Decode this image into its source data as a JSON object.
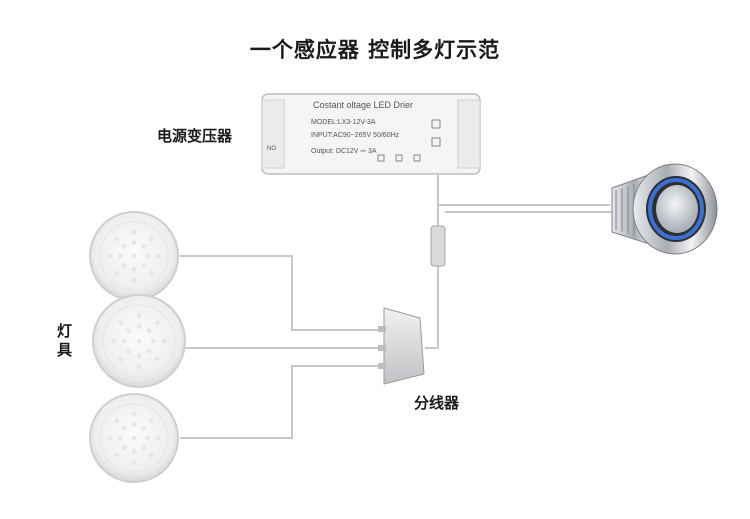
{
  "title": "一个感应器 控制多灯示范",
  "labels": {
    "transformer": "电源变压器",
    "lamps": "灯具",
    "splitter": "分线器"
  },
  "driver": {
    "line1": "Costant oltage LED Drier",
    "line2": "MODEL:LX3-12V-3A",
    "line3": "INPUT:AC90~265V 50/60Hz",
    "line4": "Output: DC12V ⎓ 3A",
    "side_label": "NO"
  },
  "colors": {
    "wire": "#cfcfcf",
    "ring": "#3b6fd6",
    "chrome": "#9aa0a6"
  }
}
